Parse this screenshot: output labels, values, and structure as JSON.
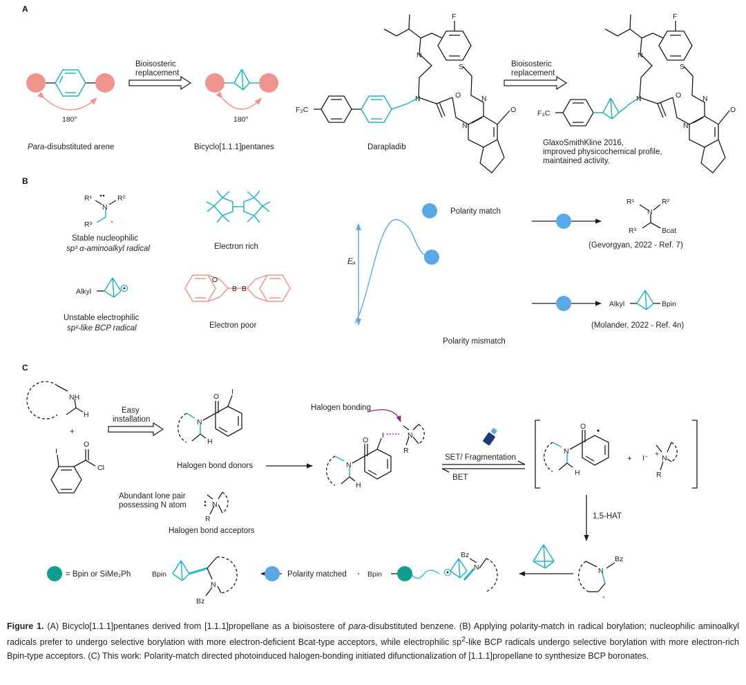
{
  "panels": {
    "A": {
      "label": "A",
      "arene_label_prefix": "Para",
      "arene_label_suffix": "-disubstituted arene",
      "bcp_label": "Bicyclo[1.1.1]pentanes",
      "angle": "180°",
      "arrow_text_1": "Bioisosteric",
      "arrow_text_2": "replacement",
      "darapladib_label": "Darapladib",
      "cf3": "F₃C",
      "atom_F": "F",
      "atom_N": "N",
      "atom_S": "S",
      "atom_O": "O",
      "gsk_line1": "GlaxoSmithKline 2016,",
      "gsk_line2": "improved physicochemical profile,",
      "gsk_line3": "maintained activity."
    },
    "B": {
      "label": "B",
      "r1": "R¹",
      "r2": "R²",
      "r3": "R³",
      "atom_N": "N",
      "atom_O": "O",
      "atom_B": "B",
      "alpha_line1": "Stable nucleophilic",
      "alpha_line2": "sp³ α-aminoalkyl radical",
      "alkyl": "Alkyl",
      "bcp_line1": "Unstable electrophilic",
      "bcp_line2": "sp²-like BCP radical",
      "rich": "Electron rich",
      "poor": "Electron poor",
      "ea": "Eₐ",
      "match": "Polarity match",
      "mismatch": "Polarity mismatch",
      "bcat": "Bcat",
      "bpin": "Bpin",
      "ref1": "(Gevorgyan, 2022 - Ref. 7)",
      "ref2": "(Molander, 2022 - Ref. 4n)"
    },
    "C": {
      "label": "C",
      "nh": "NH",
      "h": "H",
      "plus": "+",
      "iodo": "I",
      "cl": "Cl",
      "atom_N": "N",
      "atom_O": "O",
      "r": "R",
      "easy_1": "Easy",
      "easy_2": "installation",
      "donors": "Halogen bond donors",
      "lonepair_1": "Abundant lone pair",
      "lonepair_2": "possessing N atom",
      "acceptors": "Halogen bond acceptors",
      "halogen_bonding": "Halogen bonding",
      "set": "SET/ Fragmentation",
      "bet": "BET",
      "iodide": "I⁻",
      "cation": "+",
      "hat": "1,5-HAT",
      "bz": "Bz",
      "bpin": "Bpin",
      "legend": "= Bpin or SiMe₂Ph",
      "polarity_matched": "Polarity matched"
    }
  },
  "caption": {
    "fig_label": "Figure 1.",
    "a1": " (A) Bicyclo[1.1.1]pentanes derived from [1.1.1]propellane as a bioisostere of ",
    "a_it": "para",
    "a2": "-disubstituted benzene. (B) Applying polarity-match in radical borylation; nucleophilic aminoalkyl radicals prefer to undergo selective borylation with more electron-deficient Bcat-type acceptors, while electrophilic sp",
    "sup": "2",
    "a3": "-like BCP radicals undergo selective borylation with more electron-rich Bpin-type acceptors. (C) This work: Polarity-match directed photoinduced halogen-bonding initiated difunctionalization of [1.1.1]propellane to synthesize BCP boronates."
  },
  "colors": {
    "cyan": "#1fb5c4",
    "salmon": "#f0948f",
    "blue": "#5aa9e6",
    "teal": "#0f9d8f",
    "purple": "#8a1f8a"
  }
}
